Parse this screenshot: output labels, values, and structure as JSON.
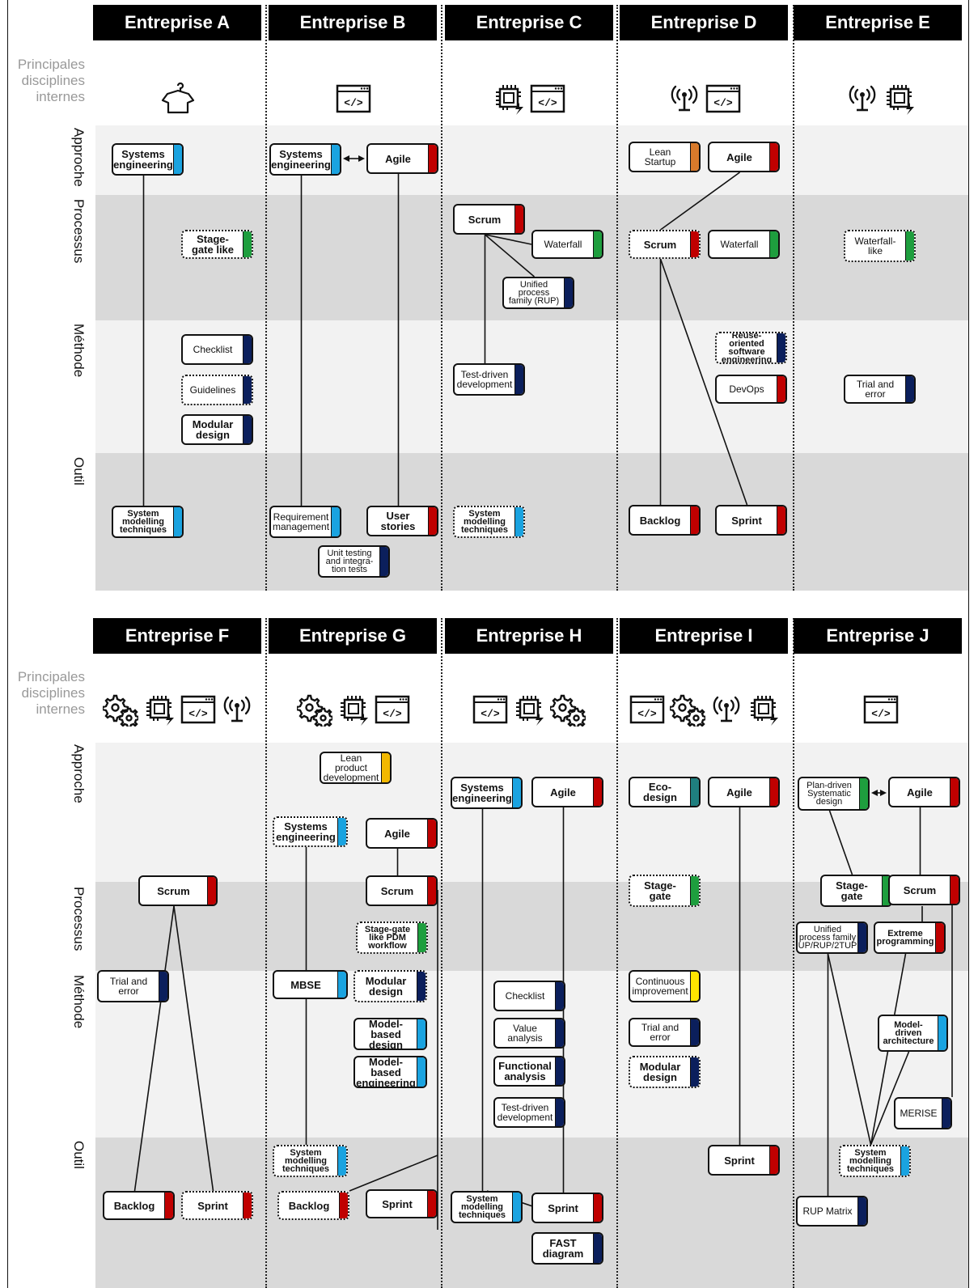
{
  "colors": {
    "light_band": "#f2f2f2",
    "dark_band": "#d9d9d9",
    "header_bg": "#000000",
    "tag_colors": {
      "cyan": "#1aa3e0",
      "red": "#c00000",
      "green": "#1e9e3e",
      "navy": "#0b1f5c",
      "orange": "#d97a2b",
      "yellow": "#ffe600",
      "gold": "#f2b800",
      "teal": "#1f7f7f"
    }
  },
  "row_labels": {
    "disciplines": "Principales\ndisciplines\ninternes",
    "approach": "Approche",
    "process": "Processus",
    "method": "Méthode",
    "tool": "Outil"
  },
  "panels": [
    {
      "companies": [
        {
          "name": "Entreprise A",
          "icons": [
            "shirt-icon"
          ]
        },
        {
          "name": "Entreprise B",
          "icons": [
            "code-window-icon"
          ]
        },
        {
          "name": "Entreprise C",
          "icons": [
            "chip-icon",
            "code-window-icon"
          ]
        },
        {
          "name": "Entreprise D",
          "icons": [
            "antenna-icon",
            "code-window-icon"
          ]
        },
        {
          "name": "Entreprise E",
          "icons": [
            "antenna-icon",
            "chip-icon"
          ]
        }
      ]
    },
    {
      "companies": [
        {
          "name": "Entreprise F",
          "icons": [
            "gears-icon",
            "chip-icon",
            "code-window-icon",
            "antenna-icon"
          ]
        },
        {
          "name": "Entreprise G",
          "icons": [
            "gears-icon",
            "chip-icon",
            "code-window-icon"
          ]
        },
        {
          "name": "Entreprise H",
          "icons": [
            "code-window-icon",
            "chip-icon",
            "gears-icon"
          ]
        },
        {
          "name": "Entreprise I",
          "icons": [
            "code-window-icon",
            "gears-icon",
            "antenna-icon",
            "chip-icon"
          ]
        },
        {
          "name": "Entreprise J",
          "icons": [
            "code-window-icon"
          ]
        }
      ]
    }
  ],
  "boxes": [
    {
      "id": "a1",
      "label": "Systems\nengineering",
      "color": "cyan",
      "style": "bold"
    },
    {
      "id": "a2",
      "label": "Stage-\ngate like",
      "color": "green",
      "style": "bold dotted"
    },
    {
      "id": "a3",
      "label": "Checklist",
      "color": "navy",
      "style": ""
    },
    {
      "id": "a4",
      "label": "Guidelines",
      "color": "navy",
      "style": "dotted"
    },
    {
      "id": "a5",
      "label": "Modular\ndesign",
      "color": "navy",
      "style": "bold"
    },
    {
      "id": "a6",
      "label": "System\nmodelling\ntechniques",
      "color": "cyan",
      "style": "bold small"
    },
    {
      "id": "b1",
      "label": "Systems\nengineering",
      "color": "cyan",
      "style": "bold"
    },
    {
      "id": "b2",
      "label": "Agile",
      "color": "red",
      "style": "bold"
    },
    {
      "id": "b3",
      "label": "Requirement\nmanagement",
      "color": "cyan",
      "style": ""
    },
    {
      "id": "b4",
      "label": "User\nstories",
      "color": "red",
      "style": "bold"
    },
    {
      "id": "b5",
      "label": "Unit testing\nand integra-\ntion tests",
      "color": "navy",
      "style": "small"
    },
    {
      "id": "c1",
      "label": "Scrum",
      "color": "red",
      "style": "bold"
    },
    {
      "id": "c2",
      "label": "Waterfall",
      "color": "green",
      "style": ""
    },
    {
      "id": "c3",
      "label": "Unified\nprocess\nfamily (RUP)",
      "color": "navy",
      "style": "small"
    },
    {
      "id": "c4",
      "label": "Test-driven\ndevelopment",
      "color": "navy",
      "style": ""
    },
    {
      "id": "c5",
      "label": "System\nmodelling\ntechniques",
      "color": "cyan",
      "style": "bold small dotted"
    },
    {
      "id": "d1",
      "label": "Lean\nStartup",
      "color": "orange",
      "style": ""
    },
    {
      "id": "d2",
      "label": "Agile",
      "color": "red",
      "style": "bold"
    },
    {
      "id": "d3",
      "label": "Scrum",
      "color": "red",
      "style": "bold dotted"
    },
    {
      "id": "d4",
      "label": "Waterfall",
      "color": "green",
      "style": ""
    },
    {
      "id": "d5",
      "label": "Reuse-oriented\nsoftware\nengineering",
      "color": "navy",
      "style": "bold small dotted"
    },
    {
      "id": "d6",
      "label": "DevOps",
      "color": "red",
      "style": ""
    },
    {
      "id": "d7",
      "label": "Backlog",
      "color": "red",
      "style": "bold"
    },
    {
      "id": "d8",
      "label": "Sprint",
      "color": "red",
      "style": "bold"
    },
    {
      "id": "e1",
      "label": "Waterfall-\nlike",
      "color": "green",
      "style": "dotted"
    },
    {
      "id": "e2",
      "label": "Trial and\nerror",
      "color": "navy",
      "style": ""
    },
    {
      "id": "f1",
      "label": "Scrum",
      "color": "red",
      "style": "bold"
    },
    {
      "id": "f2",
      "label": "Trial and\nerror",
      "color": "navy",
      "style": ""
    },
    {
      "id": "f3",
      "label": "Backlog",
      "color": "red",
      "style": "bold"
    },
    {
      "id": "f4",
      "label": "Sprint",
      "color": "red",
      "style": "bold dotted"
    },
    {
      "id": "g1",
      "label": "Lean product\ndevelopment",
      "color": "gold",
      "style": ""
    },
    {
      "id": "g2",
      "label": "Systems\nengineering",
      "color": "cyan",
      "style": "bold dotted"
    },
    {
      "id": "g3",
      "label": "Agile",
      "color": "red",
      "style": "bold"
    },
    {
      "id": "g4",
      "label": "Scrum",
      "color": "red",
      "style": "bold"
    },
    {
      "id": "g5",
      "label": "Stage-gate\nlike PDM\nworkflow",
      "color": "green",
      "style": "bold small dotted"
    },
    {
      "id": "g6",
      "label": "MBSE",
      "color": "cyan",
      "style": "bold"
    },
    {
      "id": "g7",
      "label": "Modular\ndesign",
      "color": "navy",
      "style": "bold dotted"
    },
    {
      "id": "g8",
      "label": "Model-based\ndesign",
      "color": "cyan",
      "style": "bold"
    },
    {
      "id": "g9",
      "label": "Model-based\nengineering",
      "color": "cyan",
      "style": "bold"
    },
    {
      "id": "g10",
      "label": "System\nmodelling\ntechniques",
      "color": "cyan",
      "style": "bold small dotted"
    },
    {
      "id": "g11",
      "label": "Backlog",
      "color": "red",
      "style": "bold dotted"
    },
    {
      "id": "g12",
      "label": "Sprint",
      "color": "red",
      "style": "bold"
    },
    {
      "id": "h1",
      "label": "Systems\nengineering",
      "color": "cyan",
      "style": "bold"
    },
    {
      "id": "h2",
      "label": "Agile",
      "color": "red",
      "style": "bold"
    },
    {
      "id": "h3",
      "label": "Checklist",
      "color": "navy",
      "style": ""
    },
    {
      "id": "h4",
      "label": "Value\nanalysis",
      "color": "navy",
      "style": ""
    },
    {
      "id": "h5",
      "label": "Functional\nanalysis",
      "color": "navy",
      "style": "bold"
    },
    {
      "id": "h6",
      "label": "Test-driven\ndevelopment",
      "color": "navy",
      "style": ""
    },
    {
      "id": "h7",
      "label": "System\nmodelling\ntechniques",
      "color": "cyan",
      "style": "bold small"
    },
    {
      "id": "h8",
      "label": "Sprint",
      "color": "red",
      "style": "bold"
    },
    {
      "id": "h9",
      "label": "FAST\ndiagram",
      "color": "navy",
      "style": "bold"
    },
    {
      "id": "i1",
      "label": "Eco-design",
      "color": "teal",
      "style": "bold"
    },
    {
      "id": "i2",
      "label": "Agile",
      "color": "red",
      "style": "bold"
    },
    {
      "id": "i3",
      "label": "Stage-\ngate",
      "color": "green",
      "style": "bold dotted"
    },
    {
      "id": "i4",
      "label": "Continuous\nimprovement",
      "color": "yellow",
      "style": ""
    },
    {
      "id": "i5",
      "label": "Trial and\nerror",
      "color": "navy",
      "style": ""
    },
    {
      "id": "i6",
      "label": "Modular\ndesign",
      "color": "navy",
      "style": "bold dotted"
    },
    {
      "id": "i7",
      "label": "Sprint",
      "color": "red",
      "style": "bold"
    },
    {
      "id": "j1",
      "label": "Plan-driven\nSystematic\ndesign",
      "color": "green",
      "style": "small"
    },
    {
      "id": "j2",
      "label": "Agile",
      "color": "red",
      "style": "bold"
    },
    {
      "id": "j3",
      "label": "Stage-\ngate",
      "color": "green",
      "style": "bold"
    },
    {
      "id": "j4",
      "label": "Scrum",
      "color": "red",
      "style": "bold"
    },
    {
      "id": "j5",
      "label": "Unified\nprocess family\nUP/RUP/2TUP",
      "color": "navy",
      "style": "small"
    },
    {
      "id": "j6",
      "label": "Extreme\nprogramming",
      "color": "red",
      "style": "bold small"
    },
    {
      "id": "j7",
      "label": "Model-\ndriven\narchitecture",
      "color": "cyan",
      "style": "bold small"
    },
    {
      "id": "j8",
      "label": "MERISE",
      "color": "navy",
      "style": ""
    },
    {
      "id": "j9",
      "label": "System\nmodelling\ntechniques",
      "color": "cyan",
      "style": "bold small dotted"
    },
    {
      "id": "j10",
      "label": "RUP Matrix",
      "color": "navy",
      "style": ""
    }
  ]
}
